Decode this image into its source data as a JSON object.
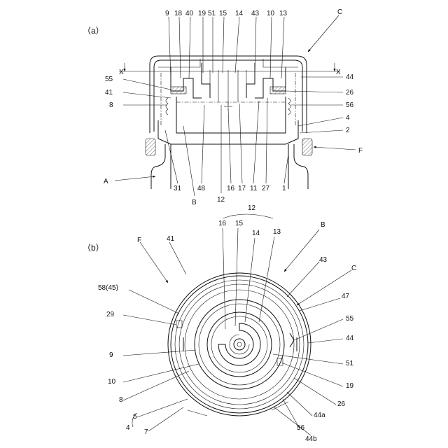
{
  "figures": {
    "a": {
      "caption": "（a）"
    },
    "b": {
      "caption": "（b）"
    }
  },
  "section_line": {
    "left_label": "X",
    "right_label": "X"
  },
  "labels_a": {
    "n9": "9",
    "n18": "18",
    "n40": "40",
    "n19": "19",
    "n51": "51",
    "n15": "15",
    "n14": "14",
    "n43": "43",
    "n10": "10",
    "n13": "13",
    "C": "C",
    "n55": "55",
    "n41": "41",
    "n8": "8",
    "n44": "44",
    "n26": "26",
    "n56": "56",
    "n4": "4",
    "n2": "2",
    "F": "F",
    "A": "A",
    "n31": "31",
    "n48": "48",
    "B": "B",
    "n12": "12",
    "n16": "16",
    "n17": "17",
    "n11": "11",
    "n27": "27",
    "n1": "1"
  },
  "labels_b": {
    "n12": "12",
    "n16": "16",
    "n15": "15",
    "n14": "14",
    "n13": "13",
    "B": "B",
    "F": "F",
    "n41": "41",
    "n43": "43",
    "C": "C",
    "n58_45": "58(45)",
    "n47": "47",
    "n29": "29",
    "n55": "55",
    "n44": "44",
    "n9": "9",
    "n51": "51",
    "n10": "10",
    "n19": "19",
    "n8": "8",
    "n26": "26",
    "n5": "5",
    "n44a": "44a",
    "n4": "4",
    "n7": "7",
    "n56": "56",
    "n44b": "44b"
  }
}
